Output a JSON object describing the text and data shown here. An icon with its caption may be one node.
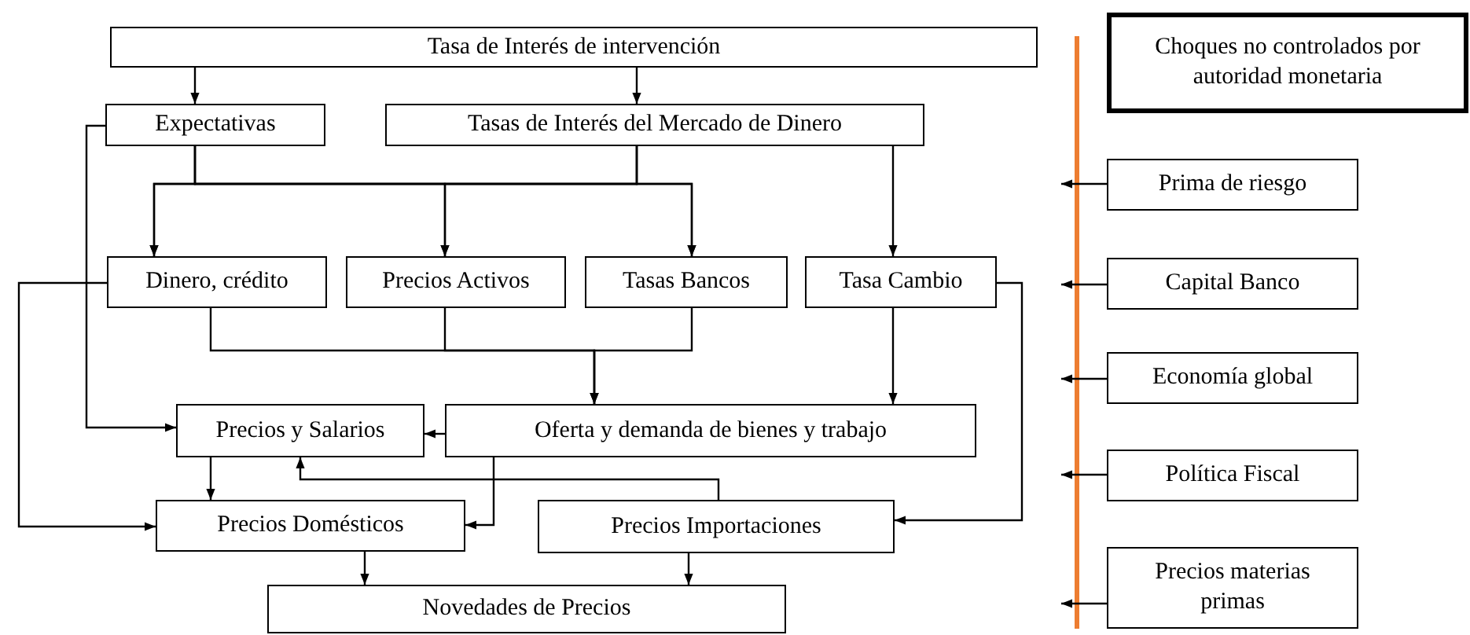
{
  "diagram": {
    "nodes": [
      {
        "text": [
          "Tasa de Interés de intervención"
        ]
      },
      {
        "text": [
          "Expectativas"
        ]
      },
      {
        "text": [
          "Tasas de Interés del Mercado de Dinero"
        ]
      },
      {
        "text": [
          "Dinero, crédito"
        ]
      },
      {
        "text": [
          "Precios Activos"
        ]
      },
      {
        "text": [
          "Tasas Bancos"
        ]
      },
      {
        "text": [
          "Tasa Cambio"
        ]
      },
      {
        "text": [
          "Precios y Salarios"
        ]
      },
      {
        "text": [
          "Oferta y demanda de bienes y trabajo"
        ]
      },
      {
        "text": [
          "Precios Domésticos"
        ]
      },
      {
        "text": [
          "Precios Importaciones"
        ]
      },
      {
        "text": [
          "Novedades de Precios"
        ]
      },
      {
        "text": [
          "Choques no controlados por autoridad monetaria"
        ]
      },
      {
        "text": [
          "Prima de riesgo"
        ]
      },
      {
        "text": [
          "Capital Banco"
        ]
      },
      {
        "text": [
          "Economía global"
        ]
      },
      {
        "text": [
          "Política Fiscal"
        ]
      },
      {
        "text": [
          "Precios materias primas"
        ]
      }
    ],
    "edges": [
      {
        "from": 0,
        "to": 1,
        "arrow": "to"
      },
      {
        "from": 0,
        "to": 2,
        "arrow": "to"
      },
      {
        "from": 1,
        "to": 3,
        "arrow": "to"
      },
      {
        "from": 1,
        "to": 4,
        "arrow": "to"
      },
      {
        "from": 1,
        "to": 5,
        "arrow": "to"
      },
      {
        "from": 2,
        "to": 3,
        "arrow": "to"
      },
      {
        "from": 2,
        "to": 4,
        "arrow": "to"
      },
      {
        "from": 2,
        "to": 5,
        "arrow": "to"
      },
      {
        "from": 2,
        "to": 6,
        "arrow": "to"
      },
      {
        "from": 1,
        "to": 7,
        "arrow": "to"
      },
      {
        "from": 3,
        "to": 9,
        "arrow": "to"
      },
      {
        "from": 3,
        "to": 8,
        "arrow": "to"
      },
      {
        "from": 4,
        "to": 8,
        "arrow": "to"
      },
      {
        "from": 5,
        "to": 8,
        "arrow": "to"
      },
      {
        "from": 6,
        "to": 8,
        "arrow": "to"
      },
      {
        "from": 8,
        "to": 7,
        "arrow": "to"
      },
      {
        "from": 8,
        "to": 9,
        "arrow": "to"
      },
      {
        "from": 7,
        "to": 9,
        "arrow": "to"
      },
      {
        "from": 10,
        "to": 7,
        "arrow": "to"
      },
      {
        "from": 6,
        "to": 10,
        "arrow": "to"
      },
      {
        "from": 9,
        "to": 11,
        "arrow": "to"
      },
      {
        "from": 10,
        "to": 11,
        "arrow": "to"
      },
      {
        "from": 13,
        "to": null,
        "arrow": "to"
      },
      {
        "from": 14,
        "to": null,
        "arrow": "to"
      },
      {
        "from": 15,
        "to": null,
        "arrow": "to"
      },
      {
        "from": 16,
        "to": null,
        "arrow": "to"
      },
      {
        "from": 17,
        "to": null,
        "arrow": "to"
      }
    ]
  }
}
